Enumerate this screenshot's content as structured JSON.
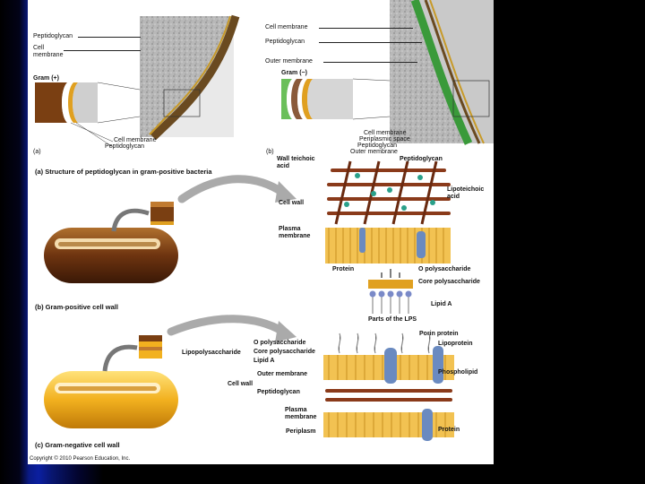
{
  "top_left": {
    "labels": {
      "peptidoglycan": "Peptidoglycan",
      "cell_membrane": "Cell\nmembrane",
      "gram_pos": "Gram (+)",
      "bottom_membrane": "Cell membrane",
      "bottom_peptido": "Peptidoglycan",
      "panel_letter": "(a)"
    }
  },
  "top_right": {
    "labels": {
      "cell_membrane": "Cell membrane",
      "peptidoglycan": "Peptidoglycan",
      "outer_membrane": "Outer membrane",
      "gram_neg": "Gram (−)",
      "b_cell_membrane": "Cell membrane",
      "b_periplasmic": "Periplasmic space",
      "b_peptidoglycan": "Peptidoglycan",
      "b_outer_membrane": "Outer membrane",
      "panel_letter": "(b)"
    }
  },
  "panel_a": {
    "caption": "(a) Structure of peptidoglycan in gram-positive bacteria",
    "labels": {
      "wall_teichoic": "Wall teichoic\nacid",
      "peptidoglycan": "Peptidoglycan",
      "lipoteichoic": "Lipoteichoic\nacid",
      "cell_wall": "Cell wall",
      "plasma_membrane": "Plasma\nmembrane",
      "protein": "Protein"
    }
  },
  "panel_b": {
    "caption": "(b) Gram-positive cell wall",
    "labels": {
      "o_poly": "O polysaccharide",
      "core_poly": "Core polysaccharide",
      "lipid_a": "Lipid A",
      "parts_lps": "Parts of the LPS"
    }
  },
  "panel_c": {
    "caption": "(c) Gram-negative cell wall",
    "labels": {
      "lipopoly": "Lipopolysaccharide",
      "o_poly": "O polysaccharide",
      "core_poly": "Core polysaccharide",
      "lipid_a": "Lipid A",
      "outer_membrane": "Outer membrane",
      "cell_wall": "Cell wall",
      "peptidoglycan": "Peptidoglycan",
      "plasma_membrane": "Plasma\nmembrane",
      "periplasm": "Periplasm",
      "porin": "Porin protein",
      "lipoprotein": "Lipoprotein",
      "phospholipid": "Phospholipid",
      "protein": "Protein"
    }
  },
  "copyright": "Copyright © 2010 Pearson Education, Inc.",
  "colors": {
    "peptidoglycan": "#8a3a1a",
    "membrane": "#e0a020",
    "outer_green": "#3a9a3a",
    "gram_pos_cell": "#7a3f12",
    "gram_neg_cell": "#f0b020",
    "slide_blue": "#0b1fa0"
  }
}
